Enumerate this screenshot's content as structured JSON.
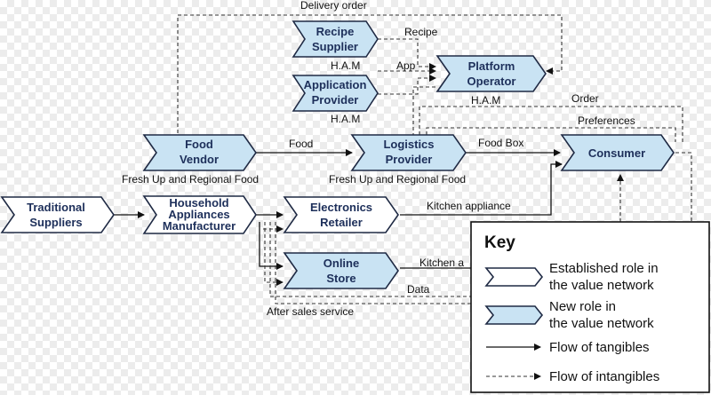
{
  "nodes": {
    "recipe_supplier": {
      "lines": [
        "Recipe",
        "Supplier"
      ],
      "role": "new"
    },
    "application_provider": {
      "lines": [
        "Application",
        "Provider"
      ],
      "role": "new"
    },
    "platform_operator": {
      "lines": [
        "Platform",
        "Operator"
      ],
      "role": "new"
    },
    "food_vendor": {
      "lines": [
        "Food",
        "Vendor"
      ],
      "role": "new"
    },
    "logistics_provider": {
      "lines": [
        "Logistics",
        "Provider"
      ],
      "role": "new"
    },
    "consumer": {
      "lines": [
        "Consumer"
      ],
      "role": "new"
    },
    "traditional_suppliers": {
      "lines": [
        "Traditional",
        "Suppliers"
      ],
      "role": "established"
    },
    "household_appliances_manufacturer": {
      "lines": [
        "Household",
        "Appliances",
        "Manufacturer"
      ],
      "role": "established"
    },
    "electronics_retailer": {
      "lines": [
        "Electronics",
        "Retailer"
      ],
      "role": "established"
    },
    "online_store": {
      "lines": [
        "Online",
        "Store"
      ],
      "role": "new"
    }
  },
  "flow_labels": {
    "delivery_order": "Delivery order",
    "recipe": "Recipe",
    "app": "App",
    "ham_recipe": "H.A.M",
    "ham_app": "H.A.M",
    "ham_platform": "H.A.M",
    "order": "Order",
    "preferences": "Preferences",
    "food": "Food",
    "food_box": "Food Box",
    "fresh_vendor": "Fresh Up and Regional Food",
    "fresh_logistics": "Fresh Up and Regional Food",
    "kitchen_appliance": "Kitchen appliance",
    "kitchen_online": "Kitchen a",
    "data": "Data",
    "after_sales": "After sales service"
  },
  "key": {
    "title": "Key",
    "established_1": "Established role in",
    "established_2": "the value network",
    "new_1": "New role in",
    "new_2": "the value network",
    "tangibles": "Flow of tangibles",
    "intangibles": "Flow of intangibles"
  },
  "colors": {
    "new_role_fill": "#c9e3f3",
    "established_role_fill": "#ffffff",
    "outline": "#1f2a44",
    "node_text": "#1d2f5a"
  }
}
